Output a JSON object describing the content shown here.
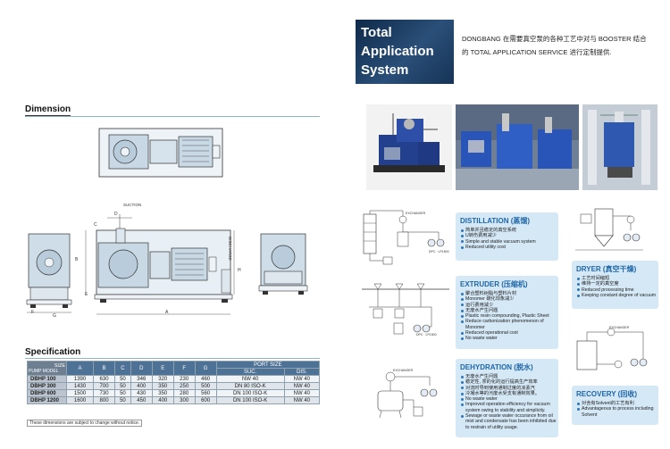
{
  "dimension": {
    "title": "Dimension"
  },
  "drawing_labels": {
    "suction": "SUCTION",
    "discharge": "DISCHARGE",
    "dims": [
      "D",
      "A",
      "B",
      "C",
      "E",
      "F",
      "G",
      "H"
    ]
  },
  "specification": {
    "title": "Specification",
    "corner_top": "SIZE",
    "corner_bottom": "PUMP MODEL",
    "columns": [
      "A",
      "B",
      "C",
      "D",
      "E",
      "F",
      "G"
    ],
    "port_header": "PORT SIZE",
    "port_sub": [
      "SUC.",
      "DIS."
    ],
    "rows": [
      {
        "model": "DBHP 100",
        "values": [
          "1390",
          "630",
          "50",
          "346",
          "320",
          "230",
          "460"
        ],
        "suc": "NW 40",
        "dis": "NW 40"
      },
      {
        "model": "DBHP 300",
        "values": [
          "1430",
          "700",
          "50",
          "400",
          "350",
          "250",
          "500"
        ],
        "suc": "DN 80 ISO-K",
        "dis": "NW 40"
      },
      {
        "model": "DBHP 600",
        "values": [
          "1500",
          "730",
          "50",
          "430",
          "350",
          "280",
          "560"
        ],
        "suc": "DN 100 ISO-K",
        "dis": "NW 40"
      },
      {
        "model": "DBHP 1200",
        "values": [
          "1600",
          "800",
          "50",
          "450",
          "400",
          "300",
          "600"
        ],
        "suc": "DN 100 ISO-K",
        "dis": "NW 40"
      }
    ],
    "note": "These dimensions are subject to change without notice."
  },
  "application": {
    "title_lines": [
      "Total",
      "Application",
      "System"
    ],
    "description": "DONGBANG 在需要真空泵的各种工艺中对与 BOOSTER 结合的 TOTAL APPLICATION SERVICE 进行定制提供."
  },
  "cards": {
    "distillation": {
      "title": "DISTILLATION (蒸馏)",
      "items": [
        "简单并且稳定的真空系统",
        "U转伤费用减少",
        "Simple and stable vacuum system",
        "Reduced utility cost"
      ]
    },
    "extruder": {
      "title": "EXTRUDER (压缩机)",
      "items": [
        "聚合塑料树脂与塑料片材",
        "Monomer 碳化现象减少",
        "运行费用减少",
        "无废水产生问题",
        "Plastic resin compounding, Plastic Sheet",
        "Reduce carbonization phenomenon of Monomer",
        "Reduced operational cost",
        "No waste water"
      ]
    },
    "dehydration": {
      "title": "DEHYDRATION (脱水)",
      "items": [
        "无废水产生问题",
        "稳定性, 茶的化的运行提高生产效率",
        "对流时导到使用通制过度的凉素汽",
        "冷凝水等的污废水受支有通制效果。",
        "No waste water",
        "Improved operation efficiency for vacuum system owing to stability and simplicity.",
        "Sewage or waste water occurance from oil mist and condensate has been inhibited due to restrain of utility usage."
      ]
    },
    "dryer": {
      "title": "DRYER (真空干燥)",
      "items": [
        "工艺时间缩短",
        "维持一定的真空度",
        "Reduced processing time",
        "Keeping constant degree of vacuum"
      ]
    },
    "recovery": {
      "title": "RECOVERY (回收)",
      "items": [
        "对含有Solvent的工艺有利",
        "Advantageous to process including Solvent"
      ]
    }
  },
  "diagram_labels": {
    "exchanger": "EXCHANGER",
    "pump_tag": "DPC · LP1500"
  }
}
